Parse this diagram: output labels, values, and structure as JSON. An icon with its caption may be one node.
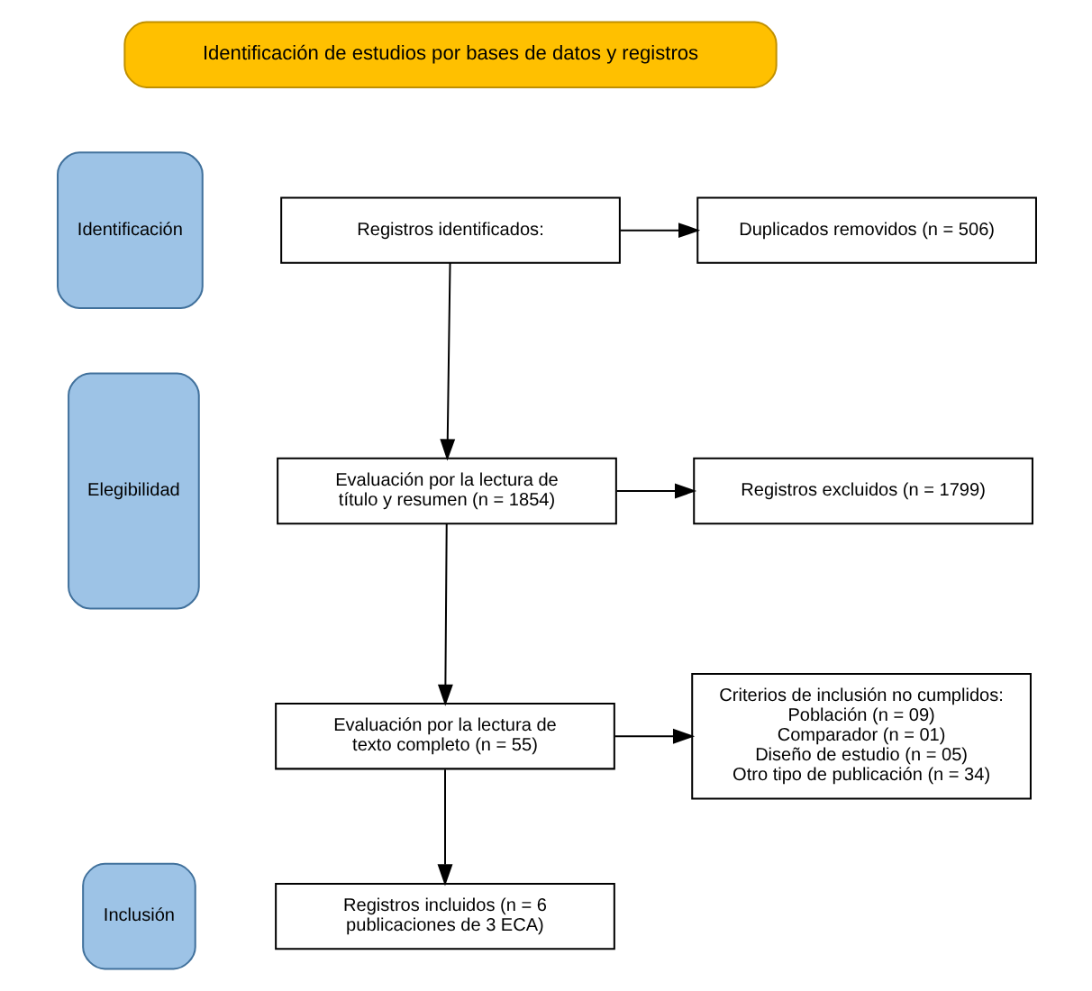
{
  "diagram": {
    "nodes": [
      {
        "text": [
          "Identificación de estudios por bases de datos y registros"
        ]
      },
      {
        "text": [
          "Identificación"
        ]
      },
      {
        "text": [
          "Elegibilidad"
        ]
      },
      {
        "text": [
          "Inclusión"
        ]
      },
      {
        "text": [
          "Registros identificados:"
        ]
      },
      {
        "text": [
          "Duplicados removidos (n = 506)"
        ]
      },
      {
        "text": [
          "Evaluación por la lectura de título y resumen (n = 1854)"
        ]
      },
      {
        "text": [
          "Registros excluidos (n = 1799)"
        ]
      },
      {
        "text": [
          "Evaluación por la lectura de texto completo (n = 55)"
        ]
      },
      {
        "text": [
          "Criterios de inclusión no cumplidos:",
          "Población (n = 09)",
          "Comparador (n = 01)",
          "Diseño de estudio (n = 05)",
          "Otro tipo de publicación (n = 34)"
        ]
      },
      {
        "text": [
          "Registros incluidos (n = 6 publicaciones de 3 ECA)"
        ]
      }
    ],
    "edges": [
      {
        "from": 4,
        "to": 5,
        "arrow": "to"
      },
      {
        "from": 4,
        "to": 6,
        "arrow": "to"
      },
      {
        "from": 6,
        "to": 7,
        "arrow": "to"
      },
      {
        "from": 6,
        "to": 8,
        "arrow": "to"
      },
      {
        "from": 8,
        "to": 9,
        "arrow": "to"
      },
      {
        "from": 8,
        "to": 10,
        "arrow": "to"
      }
    ]
  }
}
